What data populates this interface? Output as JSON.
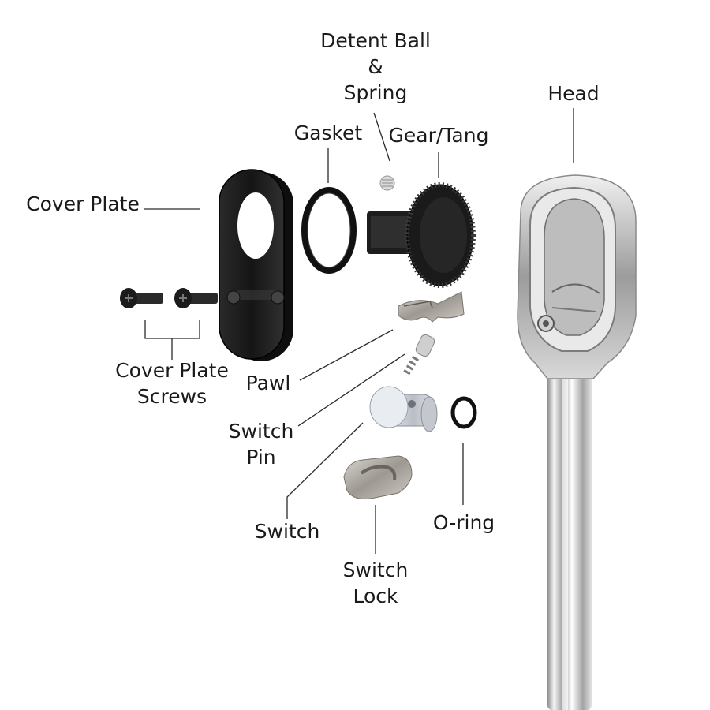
{
  "labels": {
    "detent_ball_line1": "Detent Ball",
    "detent_ball_line2": "&",
    "detent_ball_line3": "Spring",
    "head": "Head",
    "gasket": "Gasket",
    "gear_tang": "Gear/Tang",
    "cover_plate": "Cover Plate",
    "cover_plate_screws_line1": "Cover Plate",
    "cover_plate_screws_line2": "Screws",
    "pawl": "Pawl",
    "switch_pin_line1": "Switch",
    "switch_pin_line2": "Pin",
    "switch": "Switch",
    "o_ring": "O-ring",
    "switch_lock_line1": "Switch",
    "switch_lock_line2": "Lock"
  },
  "colors": {
    "label_text": "#1a1a1a",
    "leader_line": "#2b2b2b",
    "black_parts": "#1c1c1c",
    "chrome": "#c9c9c9",
    "steel": "#a9a49d"
  }
}
